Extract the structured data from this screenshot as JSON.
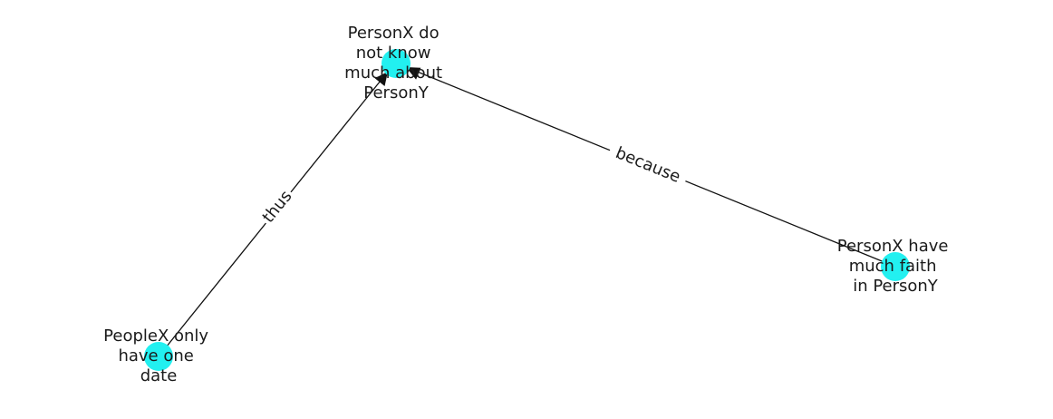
{
  "colors": {
    "node": "#22f0f0",
    "edge": "#111111",
    "text": "#1a1a1a",
    "background": "#ffffff"
  },
  "nodes": [
    {
      "id": "n1",
      "lines": [
        "PersonX do",
        "not know",
        "much about",
        "PersonY"
      ]
    },
    {
      "id": "n2",
      "lines": [
        "PeopleX only",
        "have one",
        "date"
      ]
    },
    {
      "id": "n3",
      "lines": [
        "PersonX have",
        "much faith",
        "in PersonY"
      ]
    }
  ],
  "edges": [
    {
      "from": "n2",
      "to": "n1",
      "label": "thus"
    },
    {
      "from": "n3",
      "to": "n1",
      "label": "because"
    }
  ]
}
